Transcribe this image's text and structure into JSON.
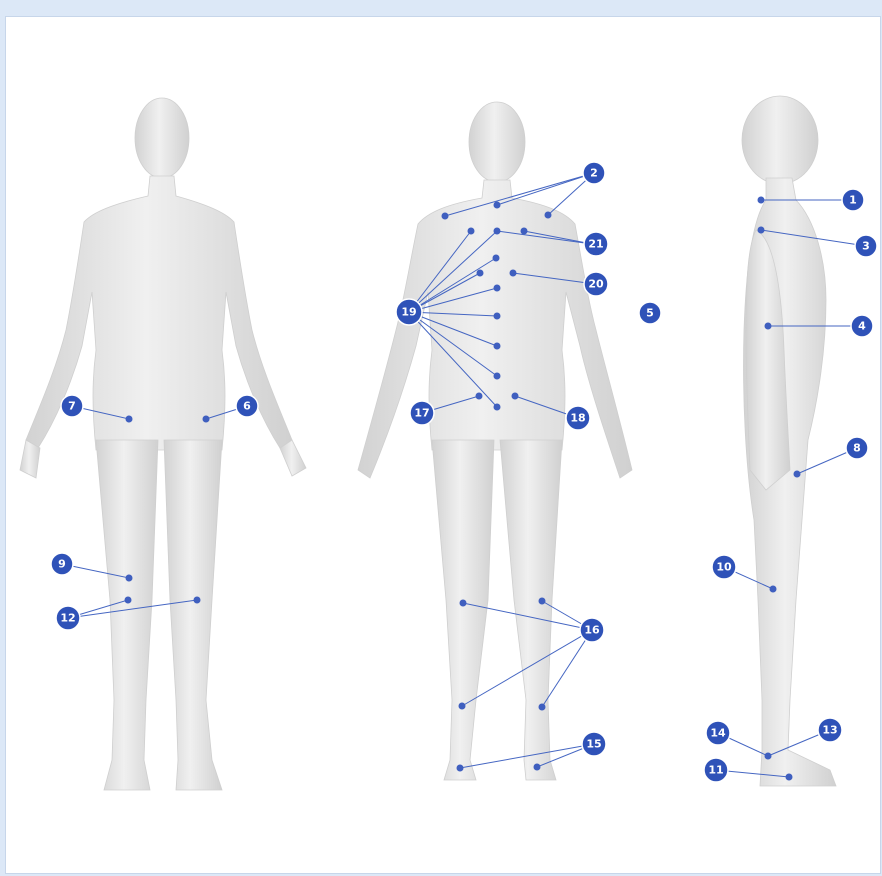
{
  "colors": {
    "page_background": "#dce8f7",
    "panel_background": "#ffffff",
    "marker": "#2f52b8",
    "leader_line": "#4566c2",
    "body": "#e7e7e7"
  },
  "figures": [
    {
      "view": "front"
    },
    {
      "view": "back"
    },
    {
      "view": "side"
    }
  ],
  "markers": [
    {
      "id": "m1",
      "label": "1"
    },
    {
      "id": "m2",
      "label": "2"
    },
    {
      "id": "m3",
      "label": "3"
    },
    {
      "id": "m4",
      "label": "4"
    },
    {
      "id": "m5",
      "label": "5"
    },
    {
      "id": "m6",
      "label": "6"
    },
    {
      "id": "m7",
      "label": "7"
    },
    {
      "id": "m8",
      "label": "8"
    },
    {
      "id": "m9",
      "label": "9"
    },
    {
      "id": "m10",
      "label": "10"
    },
    {
      "id": "m11",
      "label": "11"
    },
    {
      "id": "m12",
      "label": "12"
    },
    {
      "id": "m13",
      "label": "13"
    },
    {
      "id": "m14",
      "label": "14"
    },
    {
      "id": "m15",
      "label": "15"
    },
    {
      "id": "m16",
      "label": "16"
    },
    {
      "id": "m17",
      "label": "17"
    },
    {
      "id": "m18",
      "label": "18"
    },
    {
      "id": "m19",
      "label": "19"
    },
    {
      "id": "m20",
      "label": "20"
    },
    {
      "id": "m21",
      "label": "21"
    }
  ]
}
